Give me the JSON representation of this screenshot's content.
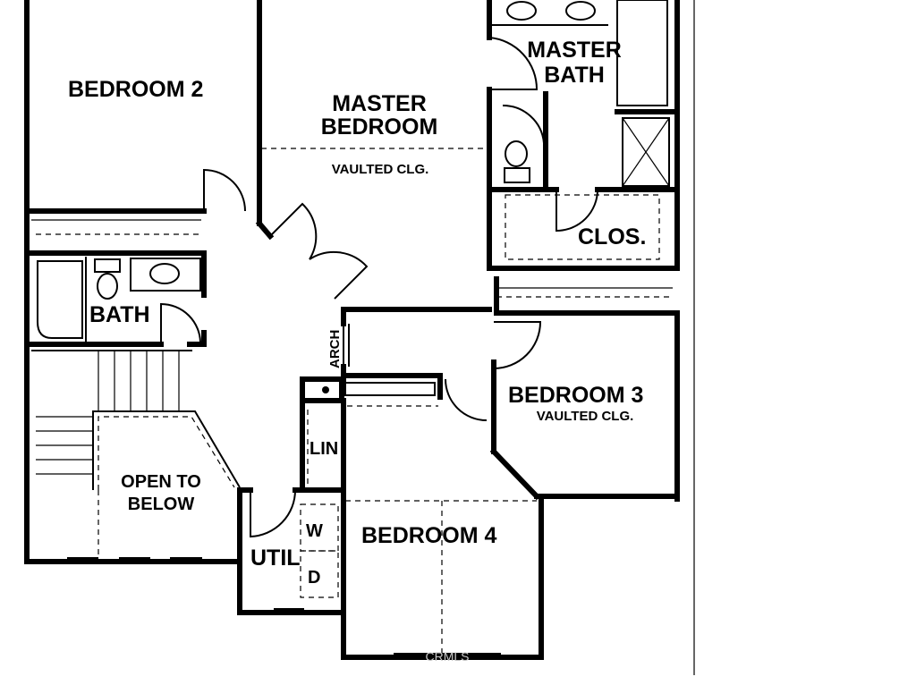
{
  "rooms": {
    "bedroom2": "BEDROOM 2",
    "master_bedroom_line1": "MASTER",
    "master_bedroom_line2": "BEDROOM",
    "master_bedroom_note": "VAULTED CLG.",
    "master_bath_line1": "MASTER",
    "master_bath_line2": "BATH",
    "closet": "CLOS.",
    "bath": "BATH",
    "arch": "ARCH",
    "bedroom3": "BEDROOM 3",
    "bedroom3_note": "VAULTED CLG.",
    "linen": "LIN",
    "open_to_below_line1": "OPEN TO",
    "open_to_below_line2": "BELOW",
    "washer": "W",
    "dryer": "D",
    "utility": "UTIL",
    "bedroom4": "BEDROOM 4"
  },
  "watermark": "CRMLS",
  "colors": {
    "ink": "#000000",
    "paper": "#ffffff",
    "watermark": "#c8c8c8"
  }
}
